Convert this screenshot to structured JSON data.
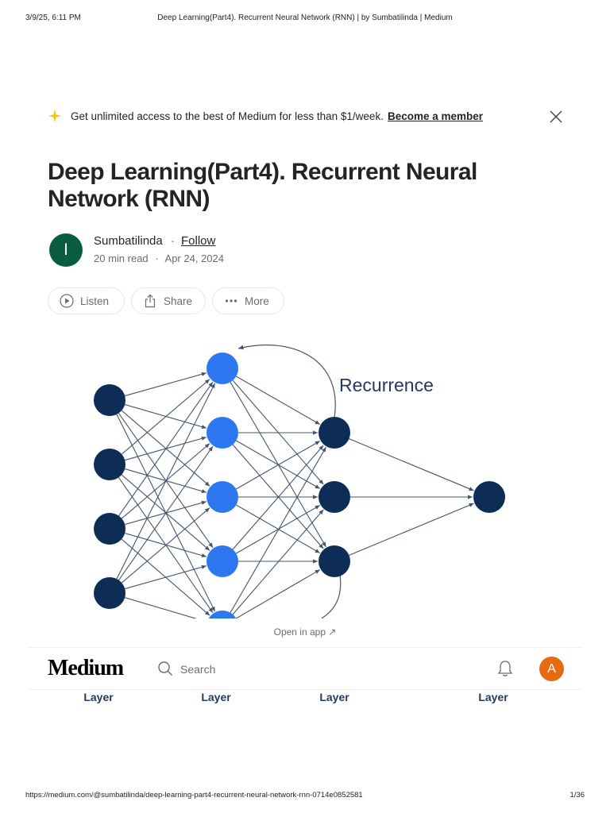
{
  "print_header": {
    "date": "3/9/25, 6:11 PM",
    "title": "Deep Learning(Part4). Recurrent Neural Network (RNN) | by Sumbatilinda | Medium"
  },
  "banner": {
    "text": "Get unlimited access to the best of Medium for less than $1/week.",
    "link": "Become a member",
    "icon": "sparkle-icon",
    "accent_color": "#ffc017"
  },
  "article": {
    "title": "Deep Learning(Part4). Recurrent Neural Network (RNN)",
    "author_initial": "I",
    "author": "Sumbatilinda",
    "separator": "·",
    "follow": "Follow",
    "read_time": "20 min read",
    "meta_separator": "·",
    "date": "Apr 24, 2024"
  },
  "actions": {
    "listen": "Listen",
    "share": "Share",
    "more": "More"
  },
  "figure": {
    "annotation": "Recurrence",
    "layer_labels": [
      "Layer",
      "Layer",
      "Layer",
      "Layer"
    ],
    "dark_node_color": "#0d2d57",
    "light_node_color": "#2d78f0"
  },
  "open_in_app": "Open in app ↗",
  "navbar": {
    "logo": "Medium",
    "search_placeholder": "Search",
    "user_initial": "A",
    "avatar_color": "#e86a10"
  },
  "print_footer": {
    "url": "https://medium.com/@sumbatilinda/deep-learning-part4-recurrent-neural-network-rnn-0714e0852581",
    "page": "1/36"
  }
}
